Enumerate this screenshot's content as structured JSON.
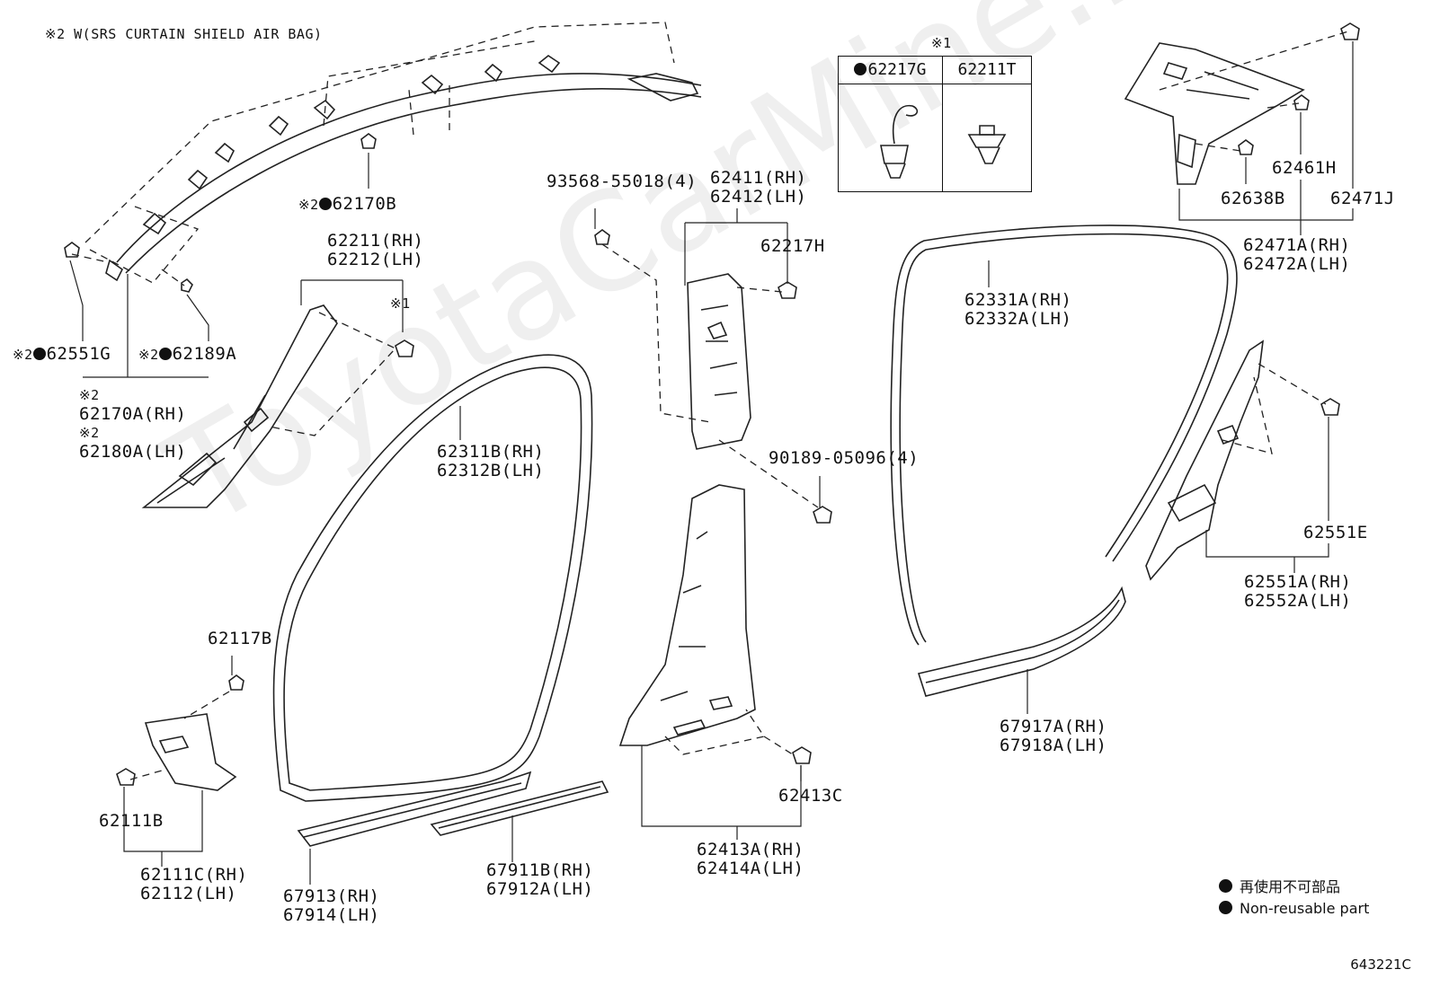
{
  "header_note": "※2 W(SRS CURTAIN SHIELD AIR BAG)",
  "clip_table": {
    "note": "※1",
    "col1": "62217G",
    "col2": "62211T"
  },
  "labels": {
    "p62170B": "62170B",
    "p62551G": "62551G",
    "p62189A": "62189A",
    "p62170A": "62170A(RH)",
    "p62180A": "62180A(LH)",
    "mark2": "※2",
    "p62211": "62211(RH)",
    "p62212": "62212(LH)",
    "mark1": "※1",
    "p93568": "93568-55018(4)",
    "p62411": "62411(RH)",
    "p62412": "62412(LH)",
    "p62217H": "62217H",
    "p62311B": "62311B(RH)",
    "p62312B": "62312B(LH)",
    "p90189": "90189-05096(4)",
    "p62117B": "62117B",
    "p62111B": "62111B",
    "p62111C": "62111C(RH)",
    "p62112": "62112(LH)",
    "p67913": "67913(RH)",
    "p67914": "67914(LH)",
    "p67911B": "67911B(RH)",
    "p67912A": "67912A(LH)",
    "p62413C": "62413C",
    "p62413A": "62413A(RH)",
    "p62414A": "62414A(LH)",
    "p62461H": "62461H",
    "p62638B": "62638B",
    "p62471J": "62471J",
    "p62471A": "62471A(RH)",
    "p62472A": "62472A(LH)",
    "p62331A": "62331A(RH)",
    "p62332A": "62332A(LH)",
    "p62551E": "62551E",
    "p62551A": "62551A(RH)",
    "p62552A": "62552A(LH)",
    "p67917A": "67917A(RH)",
    "p67918A": "67918A(LH)"
  },
  "legend": {
    "jp": "再使用不可部品",
    "en": "Non-reusable part"
  },
  "diagram_code": "643221C",
  "watermark": "ToyotaCarMine.ru"
}
